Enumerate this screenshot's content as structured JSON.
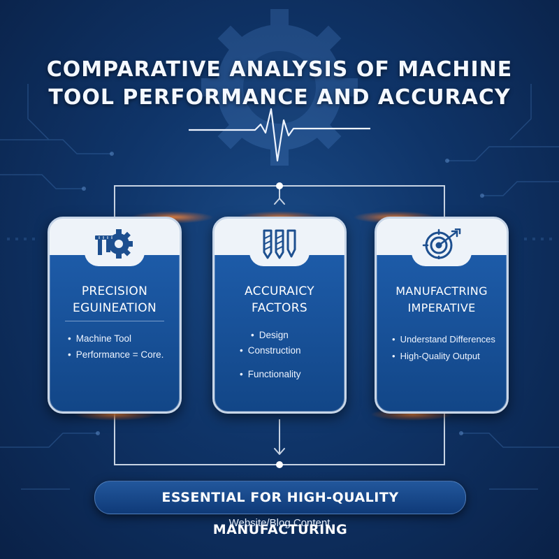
{
  "title": {
    "line1": "COMPARATIVE ANALYSIS OF MACHINE",
    "line2": "TOOL PERFORMANCE AND ACCURACY"
  },
  "cards": [
    {
      "icon": "gear-caliper-icon",
      "heading_line1": "PRECISION",
      "heading_line2": "EGUINEATION",
      "bullets": [
        "Machine Tool",
        "Performance = Core."
      ]
    },
    {
      "icon": "drill-bits-icon",
      "heading_line1": "ACCURAICY",
      "heading_line2": "FACTORS",
      "bullets": [
        "Design",
        "Construction",
        "Functionality"
      ]
    },
    {
      "icon": "target-arrow-icon",
      "heading_line1": "MANUFACTRING",
      "heading_line2": "IMPERATIVE",
      "bullets": [
        "Understand Differences",
        "High-Quality Output"
      ]
    }
  ],
  "banner": {
    "label": "ESSENTIAL FOR HIGH-QUALITY MANUFACTURING"
  },
  "footer": {
    "label": "Website/Blog Content"
  },
  "colors": {
    "background": "#0f3468",
    "card_panel": "#1d5ba8",
    "card_border": "#c8d6e8",
    "connector": "#c7d3e3",
    "accent_glow": "#ff8c3c"
  }
}
